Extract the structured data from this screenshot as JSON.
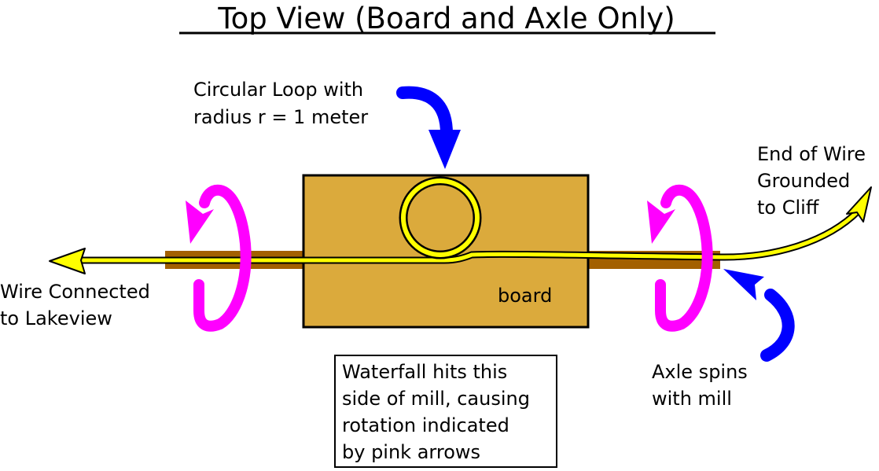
{
  "title": "Top View (Board and Axle Only)",
  "labels": {
    "loop": [
      "Circular Loop with",
      "radius r = 1 meter"
    ],
    "end_of_wire": [
      "End of Wire",
      "Grounded",
      "to Cliff"
    ],
    "wire_connected": [
      "Wire Connected",
      "to Lakeview"
    ],
    "board": "board",
    "axle": [
      "Axle spins",
      "with mill"
    ],
    "waterfall_note": [
      "Waterfall hits this",
      "side of mill, causing",
      "rotation indicated",
      "by pink arrows"
    ]
  },
  "colors": {
    "board": "#dbaa3c",
    "axle": "#a36000",
    "wire": "#ffff00",
    "rotation_arrow": "#ff00ff",
    "pointer_arrow": "#0000ff",
    "outline": "#000000"
  }
}
